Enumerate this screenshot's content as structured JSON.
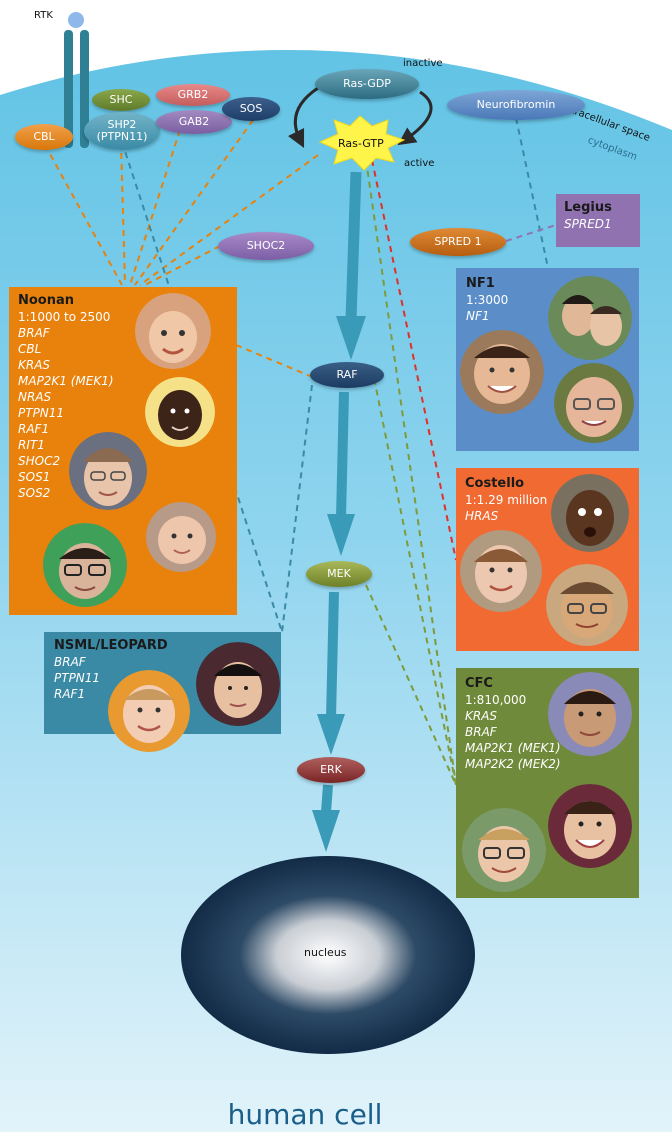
{
  "labels": {
    "rtk": "RTK",
    "inactive": "inactive",
    "active": "active",
    "extracellular": "extracellular space",
    "cytoplasm": "cytoplasm",
    "nucleus": "nucleus",
    "cell": "human cell"
  },
  "nodes": {
    "cbl": "CBL",
    "shc": "SHC",
    "grb2": "GRB2",
    "shp2_line1": "SHP2",
    "shp2_line2": "(PTPN11)",
    "gab2": "GAB2",
    "sos": "SOS",
    "ras_gdp": "Ras-GDP",
    "ras_gtp": "Ras-GTP",
    "neurofibromin": "Neurofibromin",
    "spred1": "SPRED 1",
    "shoc2": "SHOC2",
    "raf": "RAF",
    "mek": "MEK",
    "erk": "ERK"
  },
  "syndromes": {
    "noonan": {
      "name": "Noonan",
      "prevalence": "1:1000 to 2500",
      "genes": [
        "BRAF",
        "CBL",
        "KRAS",
        "MAP2K1 (MEK1)",
        "NRAS",
        "PTPN11",
        "RAF1",
        "RIT1",
        "SHOC2",
        "SOS1",
        "SOS2"
      ]
    },
    "nsml": {
      "name": "NSML/LEOPARD",
      "genes": [
        "BRAF",
        "PTPN11",
        "RAF1"
      ]
    },
    "legius": {
      "name": "Legius",
      "genes": [
        "SPRED1"
      ]
    },
    "nf1": {
      "name": "NF1",
      "prevalence": "1:3000",
      "genes": [
        "NF1"
      ]
    },
    "costello": {
      "name": "Costello",
      "prevalence": "1:1.29 million",
      "genes": [
        "HRAS"
      ]
    },
    "cfc": {
      "name": "CFC",
      "prevalence": "1:810,000",
      "genes": [
        "KRAS",
        "BRAF",
        "MAP2K1 (MEK1)",
        "MAP2K2 (MEK2)"
      ]
    }
  },
  "colors": {
    "cytoplasm_top": "#69c6e6",
    "cytoplasm_bottom": "#d5eef8",
    "noonan": "#e8820c",
    "nsml": "#3a8aa6",
    "legius": "#9072b0",
    "nf1": "#5b8ec8",
    "costello": "#f06a32",
    "cfc": "#6f8a3a",
    "pathway_arrow": "#3a9bb8",
    "nucleus": "#15304e"
  }
}
